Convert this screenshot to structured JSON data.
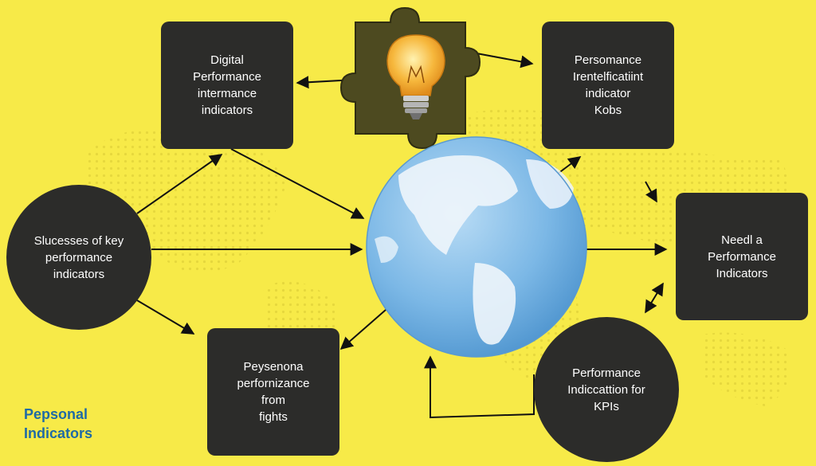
{
  "nodes": {
    "digital": {
      "lines": [
        "Digital",
        "Performance",
        "intermance",
        "indicators"
      ]
    },
    "persomance": {
      "lines": [
        "Persomance",
        "Irentelficatiint",
        "indicator",
        "Kobs"
      ]
    },
    "successes": {
      "lines": [
        "Slucesses of key",
        "performance",
        "indicators"
      ]
    },
    "needl": {
      "lines": [
        "Needl a",
        "Performance",
        "Indicators"
      ]
    },
    "peysenona": {
      "lines": [
        "Peysenona",
        "perfornizance",
        "from",
        "fights"
      ]
    },
    "indiccation": {
      "lines": [
        "Performance",
        "Indiccattion for",
        "KPIs"
      ]
    }
  },
  "corner_title": {
    "lines": [
      "Pepsonal",
      "Indicators"
    ]
  },
  "colors": {
    "background": "#f7ea48",
    "node_fill": "#2c2c2a",
    "node_text": "#ffffff",
    "corner_title": "#1f6aa5",
    "globe_ocean": "#7cb8e6",
    "globe_land": "#eef5fb",
    "puzzle": "#4d4a20",
    "bulb": "#f6b73c"
  },
  "icons": [
    "globe-icon",
    "lightbulb-icon",
    "puzzle-piece-icon"
  ]
}
